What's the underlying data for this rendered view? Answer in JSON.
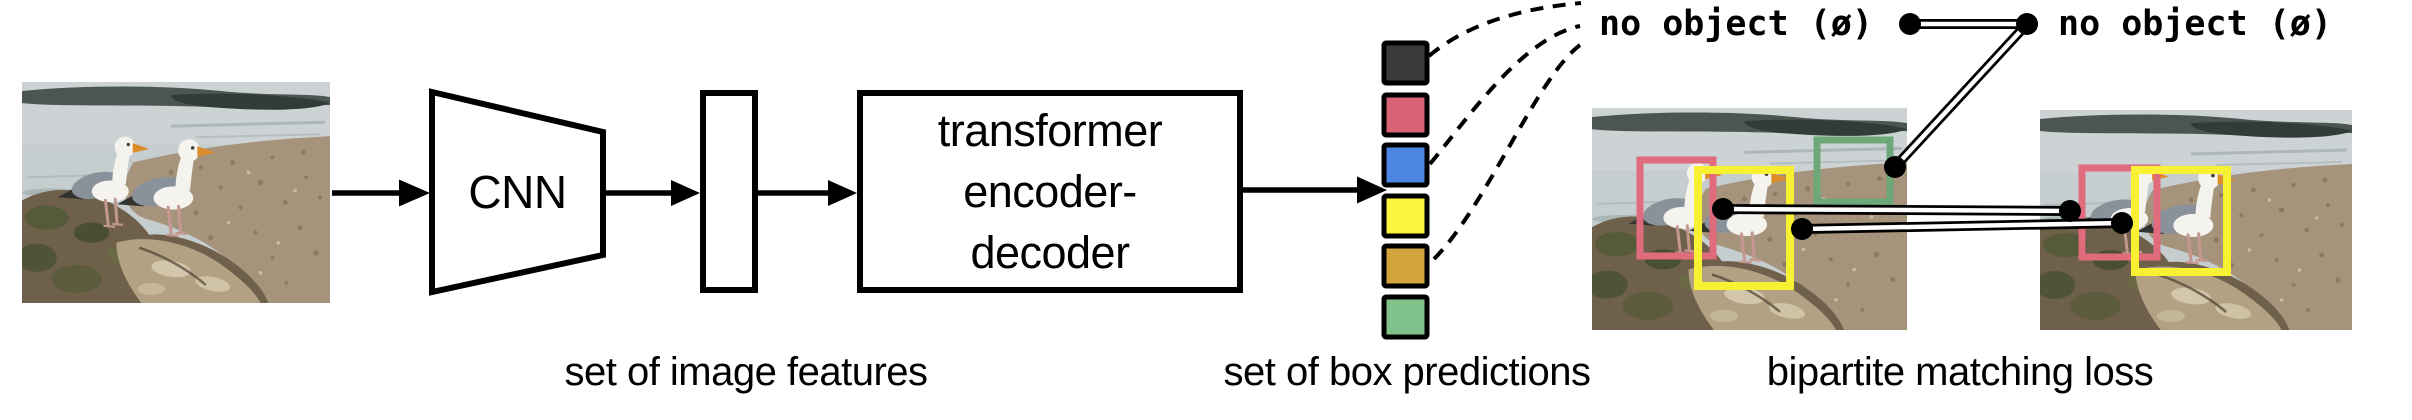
{
  "pipeline": {
    "cnn_box": {
      "label": "CNN"
    },
    "transformer_box": {
      "lines": [
        "transformer",
        "encoder-",
        "decoder"
      ]
    }
  },
  "captions": {
    "image_features": "set of image features",
    "box_predictions": "set of box predictions",
    "matching_loss": "bipartite matching loss"
  },
  "no_object": {
    "left_label": "no object (ø)",
    "right_label": "no object (ø)"
  },
  "prediction_squares": [
    {
      "name": "dark",
      "color": "#3a3a3c"
    },
    {
      "name": "red",
      "color": "#d96274"
    },
    {
      "name": "blue",
      "color": "#4c86e2"
    },
    {
      "name": "yellow",
      "color": "#fbf43c"
    },
    {
      "name": "gold",
      "color": "#d2a43c"
    },
    {
      "name": "green",
      "color": "#80c289"
    }
  ],
  "boxes": {
    "predictions": [
      {
        "name": "red-prediction-box",
        "color": "#e06b7d"
      },
      {
        "name": "yellow-prediction-box",
        "color": "#f8f032"
      },
      {
        "name": "green-prediction-box",
        "color": "#6fa878"
      }
    ],
    "ground_truth": [
      {
        "name": "red-gt-box",
        "color": "#e06b7d"
      },
      {
        "name": "yellow-gt-box",
        "color": "#f8f032"
      }
    ]
  },
  "colors": {
    "ink": "#000000",
    "background": "#ffffff"
  }
}
